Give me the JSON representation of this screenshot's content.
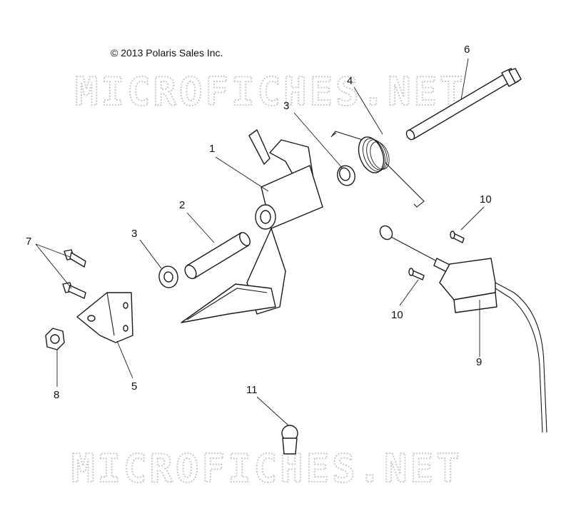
{
  "copyright": "© 2013 Polaris Sales Inc.",
  "watermark": "MICROFICHES.NET",
  "callouts": {
    "c1": "1",
    "c2": "2",
    "c3a": "3",
    "c3b": "3",
    "c4": "4",
    "c5": "5",
    "c6": "6",
    "c7": "7",
    "c8": "8",
    "c9": "9",
    "c10a": "10",
    "c10b": "10",
    "c11": "11"
  }
}
